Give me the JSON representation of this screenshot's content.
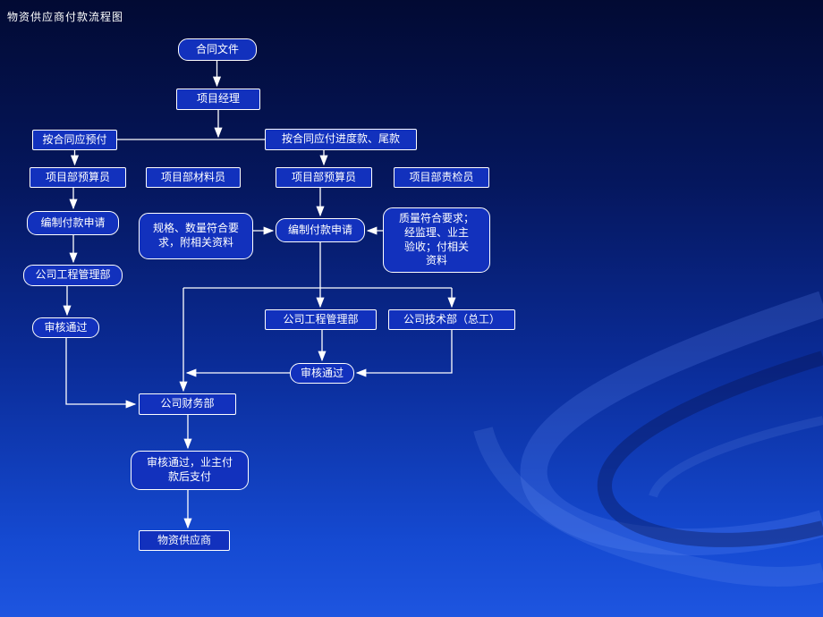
{
  "slide": {
    "title": "物资供应商付款流程图"
  },
  "colors": {
    "background_top": "#020a33",
    "background_bottom": "#1e55e0",
    "box_fill": "#1231bd",
    "box_border": "#ffffff",
    "text": "#ffffff",
    "connector": "#ffffff"
  },
  "nodes": {
    "contract": {
      "label": "合同文件"
    },
    "project_manager": {
      "label": "项目经理"
    },
    "prepay": {
      "label": "按合同应预付"
    },
    "progress_pay": {
      "label": "按合同应付进度款、尾款"
    },
    "budget_left": {
      "label": "项目部预算员"
    },
    "material": {
      "label": "项目部材料员"
    },
    "budget_mid": {
      "label": "项目部预算员"
    },
    "inspector": {
      "label": "项目部责检员"
    },
    "apply_left": {
      "label": "编制付款申请"
    },
    "spec_note": {
      "label": "规格、数量符合要\n求，附相关资料"
    },
    "apply_mid": {
      "label": "编制付款申请"
    },
    "quality_note": {
      "label": "质量符合要求；\n经监理、业主\n验收；付相关\n资料"
    },
    "eng_left": {
      "label": "公司工程管理部"
    },
    "audit_left": {
      "label": "审核通过"
    },
    "eng_mid": {
      "label": "公司工程管理部"
    },
    "tech_dept": {
      "label": "公司技术部（总工）"
    },
    "audit_mid": {
      "label": "审核通过"
    },
    "finance": {
      "label": "公司财务部"
    },
    "audit_pay": {
      "label": "审核通过，业主付\n款后支付"
    },
    "supplier": {
      "label": "物资供应商"
    }
  }
}
